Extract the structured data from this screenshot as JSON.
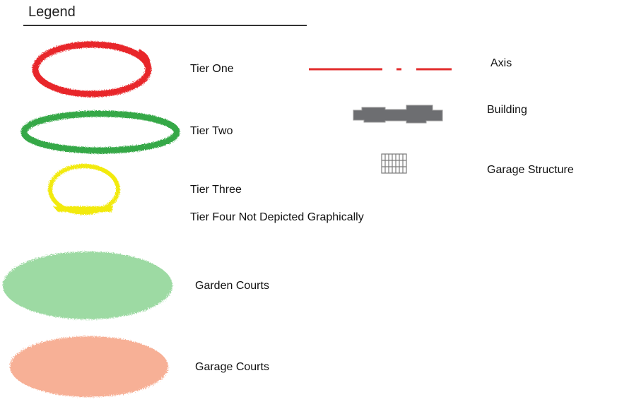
{
  "legend": {
    "title": "Legend",
    "items": [
      {
        "key": "tier_one",
        "label": "Tier One",
        "symbol": "red-ellipse-outline-icon",
        "color": "#e8262a"
      },
      {
        "key": "tier_two",
        "label": "Tier Two",
        "symbol": "green-ellipse-outline-icon",
        "color": "#36a846"
      },
      {
        "key": "tier_three",
        "label": "Tier Three",
        "symbol": "yellow-ellipse-outline-icon",
        "color": "#f2ea08"
      },
      {
        "key": "tier_four",
        "label": "Tier Four Not Depicted Graphically"
      },
      {
        "key": "garden_courts",
        "label": "Garden Courts",
        "symbol": "light-green-filled-ellipse-icon",
        "color": "#9ddaa3"
      },
      {
        "key": "garage_courts",
        "label": "Garage Courts",
        "symbol": "salmon-filled-ellipse-icon",
        "color": "#f7b096"
      },
      {
        "key": "axis",
        "label": "Axis",
        "symbol": "red-dash-dot-line-icon",
        "color": "#e22b2b"
      },
      {
        "key": "building",
        "label": "Building",
        "symbol": "gray-building-footprint-icon",
        "color": "#6d6e71"
      },
      {
        "key": "garage_structure",
        "label": "Garage Structure",
        "symbol": "grid-garage-icon",
        "color": "#7a7a7a"
      }
    ]
  }
}
